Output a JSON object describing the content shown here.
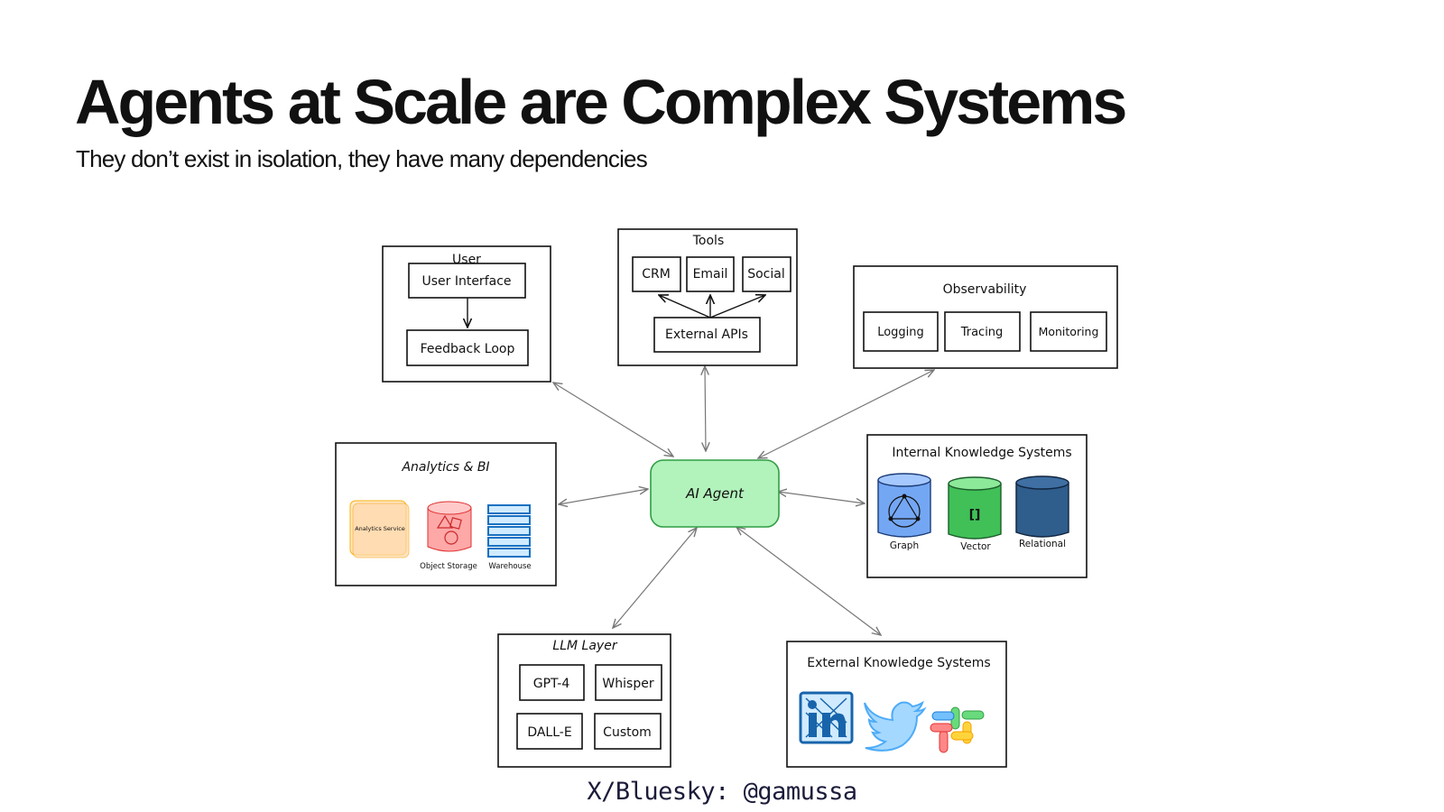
{
  "slide": {
    "title": "Agents at Scale are Complex Systems",
    "subtitle": "They don’t exist in isolation, they have many dependencies",
    "footer": "X/Bluesky: @gamussa"
  },
  "diagram": {
    "center": "AI Agent",
    "user": {
      "title": "User",
      "interface": "User Interface",
      "feedback": "Feedback Loop"
    },
    "tools": {
      "title": "Tools",
      "crm": "CRM",
      "email": "Email",
      "social": "Social",
      "external_apis": "External APIs"
    },
    "observability": {
      "title": "Observability",
      "logging": "Logging",
      "tracing": "Tracing",
      "monitoring": "Monitoring"
    },
    "analytics": {
      "title": "Analytics & BI",
      "service": "Analytics Service",
      "object_storage": "Object Storage",
      "warehouse": "Warehouse"
    },
    "internal_knowledge": {
      "title": "Internal Knowledge Systems",
      "graph": "Graph",
      "vector": "Vector",
      "vector_glyph": "[]",
      "relational": "Relational"
    },
    "llm": {
      "title": "LLM Layer",
      "gpt4": "GPT-4",
      "whisper": "Whisper",
      "dalle": "DALL-E",
      "custom": "Custom"
    },
    "external_knowledge": {
      "title": "External Knowledge Systems",
      "icons": [
        "linkedin-icon",
        "twitter-icon",
        "slack-icon"
      ]
    },
    "colors": {
      "agent_fill": "#b2f2bb",
      "agent_stroke": "#2f9e44",
      "graph_db": "#74a7f3",
      "vector_db": "#40c057",
      "relational_db": "#2f5d8c",
      "analytics_service": "#ffd8a8",
      "object_storage": "#ffa8a8",
      "warehouse": "#1971c2",
      "linkedin": "#1864ab",
      "twitter": "#4dabf7"
    }
  }
}
